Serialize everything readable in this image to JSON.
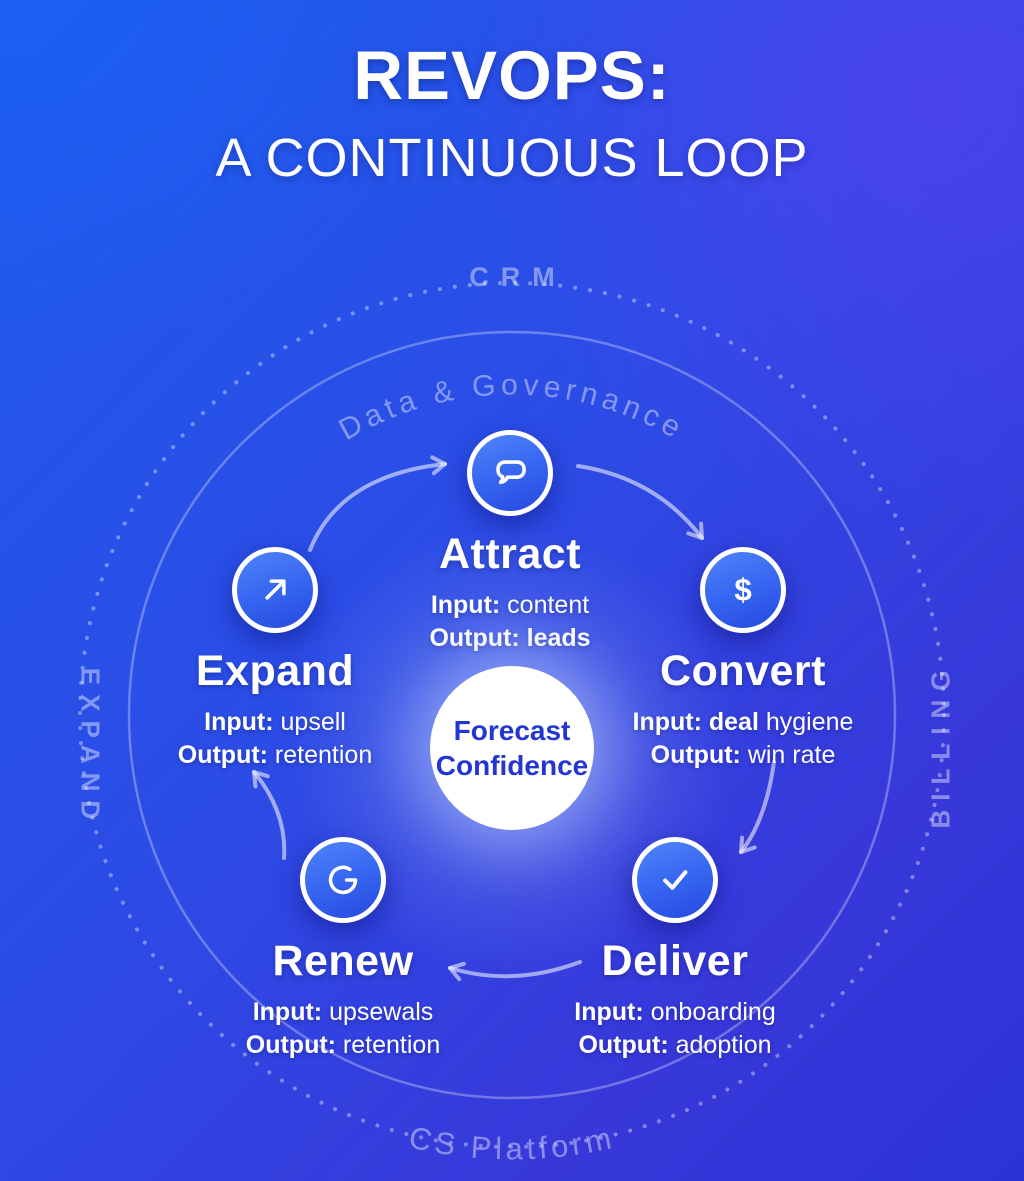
{
  "title": {
    "line1": "REVOPS:",
    "line2": "A CONTINUOUS LOOP"
  },
  "ring_labels": {
    "top": "CRM",
    "inner_top": "Data & Governance",
    "left": "EXPAND",
    "right": "BILLING",
    "bottom": "CS Platform"
  },
  "center": {
    "line1": "Forecast",
    "line2": "Confidence"
  },
  "nodes": [
    {
      "id": "attract",
      "label": "Attract",
      "icon": "chat-bubble-icon",
      "input_bold": "Input:",
      "input_rest": " content",
      "output_bold": "Output: leads",
      "output_rest": ""
    },
    {
      "id": "convert",
      "label": "Convert",
      "icon": "dollar-icon",
      "input_bold": "Input: deal",
      "input_rest": " hygiene",
      "output_bold": "Output:",
      "output_rest": " win rate"
    },
    {
      "id": "deliver",
      "label": "Deliver",
      "icon": "checkmark-icon",
      "input_bold": "Input:",
      "input_rest": " onboarding",
      "output_bold": "Output:",
      "output_rest": " adoption"
    },
    {
      "id": "renew",
      "label": "Renew",
      "icon": "refresh-icon",
      "input_bold": "Input:",
      "input_rest": " upsewals",
      "output_bold": "Output:",
      "output_rest": " retention"
    },
    {
      "id": "expand",
      "label": "Expand",
      "icon": "arrow-up-right-icon",
      "input_bold": "Input:",
      "input_rest": " upsell",
      "output_bold": "Output:",
      "output_rest": " retention"
    }
  ],
  "colors": {
    "background_top_left": "#1e5bec",
    "background_top_right": "#4a3ae2",
    "background_bottom": "#2a33d5",
    "node_circle_top": "#4f84f8",
    "node_circle_bottom": "#2549df",
    "center_circle": "#ffffff",
    "center_text": "#2336d2",
    "ring_text": "rgba(255,255,255,0.42)",
    "arrow": "rgba(255,255,255,0.55)",
    "text": "#ffffff"
  }
}
